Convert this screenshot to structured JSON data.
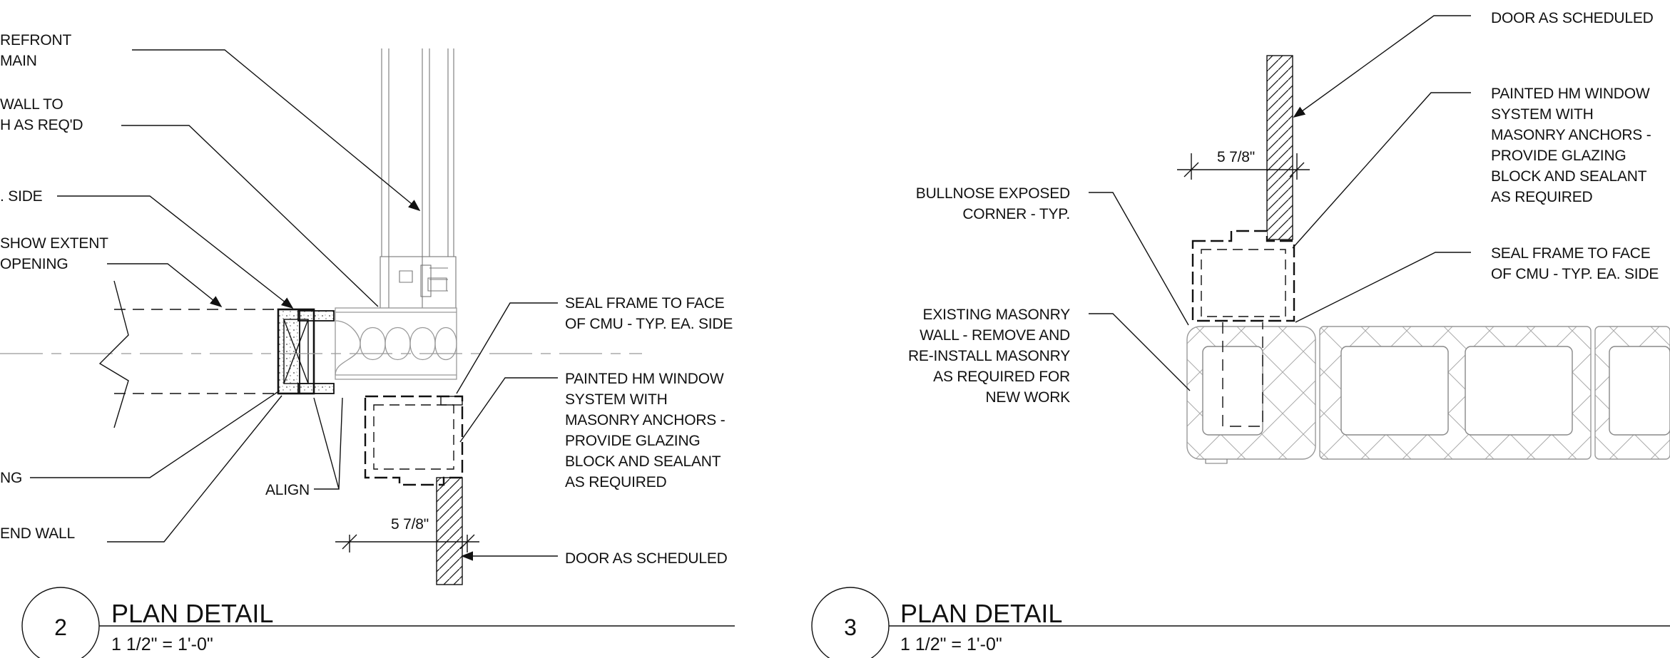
{
  "detail2": {
    "number": "2",
    "title": "PLAN DETAIL",
    "scale": "1 1/2\" = 1'-0\"",
    "notes": {
      "storefront_1": "REFRONT",
      "storefront_2": "MAIN",
      "wall_1": "WALL TO",
      "wall_2": "H AS REQ'D",
      "side": ". SIDE",
      "extent_1": "SHOW EXTENT",
      "extent_2": "OPENING",
      "ng": "NG",
      "end_wall": "END WALL",
      "align": "ALIGN",
      "seal_1": "SEAL FRAME TO FACE",
      "seal_2": "OF CMU - TYP. EA. SIDE",
      "window_1": "PAINTED HM WINDOW",
      "window_2": "SYSTEM WITH",
      "window_3": "MASONRY ANCHORS -",
      "window_4": "PROVIDE GLAZING",
      "window_5": "BLOCK AND SEALANT",
      "window_6": "AS REQUIRED",
      "door": "DOOR AS SCHEDULED",
      "dim": "5 7/8\""
    }
  },
  "detail3": {
    "number": "3",
    "title": "PLAN DETAIL",
    "scale": "1 1/2\" = 1'-0\"",
    "notes": {
      "door": "DOOR AS SCHEDULED",
      "window_1": "PAINTED HM WINDOW",
      "window_2": "SYSTEM WITH",
      "window_3": "MASONRY ANCHORS -",
      "window_4": "PROVIDE GLAZING",
      "window_5": "BLOCK AND SEALANT",
      "window_6": "AS REQUIRED",
      "bullnose_1": "BULLNOSE EXPOSED",
      "bullnose_2": "CORNER - TYP.",
      "seal_1": "SEAL FRAME TO FACE",
      "seal_2": "OF CMU - TYP. EA. SIDE",
      "masonry_1": "EXISTING MASONRY",
      "masonry_2": "WALL - REMOVE AND",
      "masonry_3": "RE-INSTALL MASONRY",
      "masonry_4": "AS REQUIRED FOR",
      "masonry_5": "NEW WORK",
      "dim": "5 7/8\""
    }
  }
}
